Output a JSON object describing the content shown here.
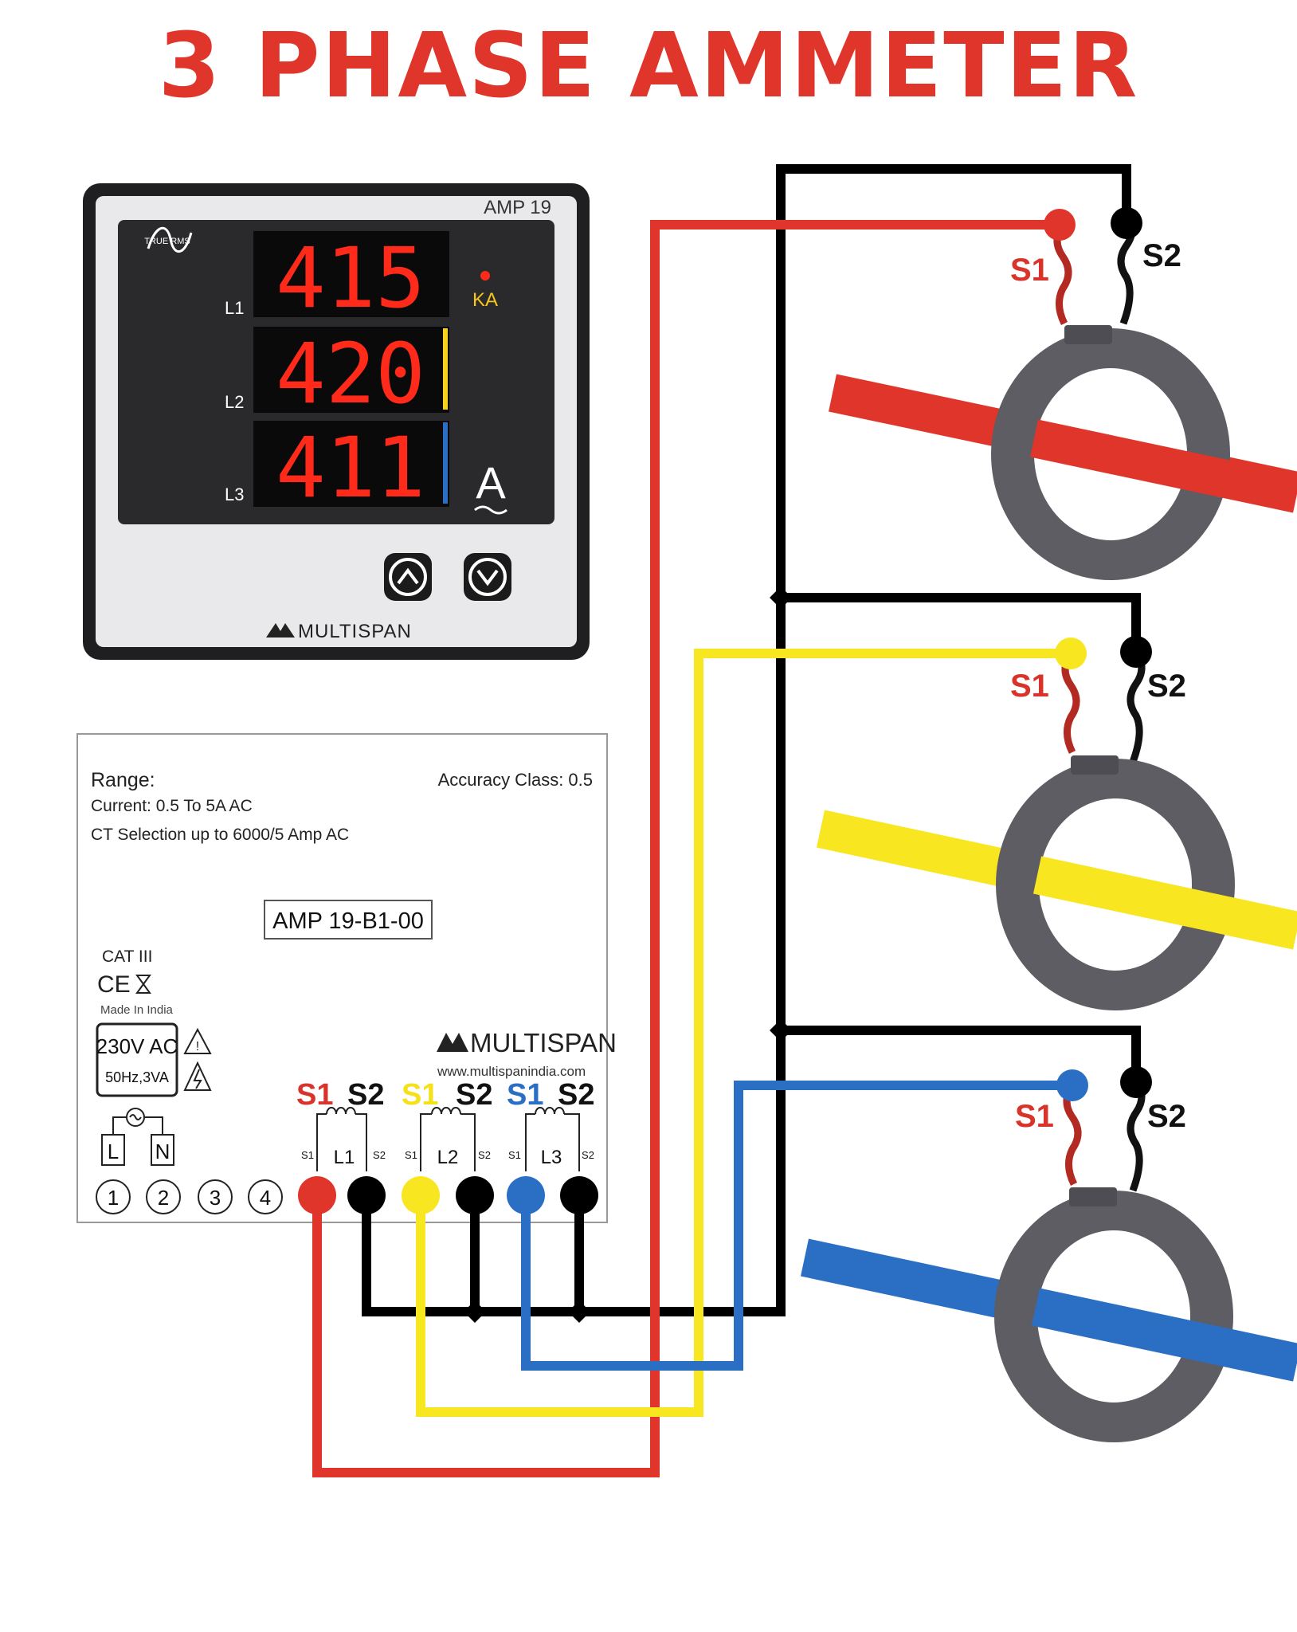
{
  "title": "3 PHASE AMMETER",
  "meter": {
    "model_tag": "AMP 19",
    "logo_text": "TRUE RMS",
    "readings": [
      {
        "line": "L1",
        "value": "415"
      },
      {
        "line": "L2",
        "value": "420"
      },
      {
        "line": "L3",
        "value": "411"
      }
    ],
    "unit_indicator": "KA",
    "unit_symbol": "A",
    "brand": "MULTISPAN",
    "up_button": "up",
    "down_button": "down"
  },
  "label": {
    "range_title": "Range:",
    "current": "Current: 0.5 To 5A AC",
    "ct_selection": "CT Selection up to 6000/5 Amp AC",
    "accuracy": "Accuracy Class: 0.5",
    "model": "AMP 19-B1-00",
    "cat": "CAT III",
    "ce": "CE",
    "made_in": "Made In India",
    "supply_voltage": "230V AC",
    "supply_freq": "50Hz,3VA",
    "brand": "MULTISPAN",
    "website": "www.multispanindia.com",
    "terminal_L": "L",
    "terminal_N": "N",
    "terminal_numbers": [
      "1",
      "2",
      "3",
      "4"
    ],
    "coil_labels": [
      "L1",
      "L2",
      "L3"
    ],
    "small_s1": "S1",
    "small_s2": "S2"
  },
  "terminal_headers": [
    {
      "s1": "S1",
      "s2": "S2",
      "s1_color": "#d9342b"
    },
    {
      "s1": "S1",
      "s2": "S2",
      "s1_color": "#f4e11a"
    },
    {
      "s1": "S1",
      "s2": "S2",
      "s1_color": "#2b6fc4"
    }
  ],
  "ct_labels": [
    {
      "s1": "S1",
      "s2": "S2"
    },
    {
      "s1": "S1",
      "s2": "S2"
    },
    {
      "s1": "S1",
      "s2": "S2"
    }
  ],
  "colors": {
    "red": "#e0352b",
    "yellow": "#f7e620",
    "blue": "#2b6fc4",
    "black": "#000000",
    "ct_body": "#5e5d63",
    "display_red": "#ff2a1a"
  }
}
